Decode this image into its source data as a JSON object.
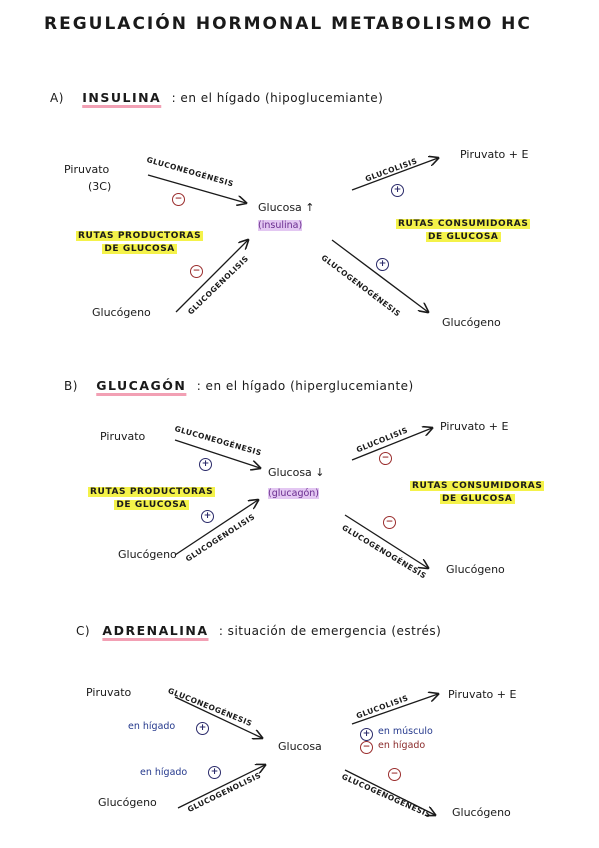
{
  "title": "REGULACIÓN HORMONAL METABOLISMO HC",
  "sections": [
    {
      "letter": "A)",
      "hormone": "INSULINA",
      "context": ": en el hígado (hipoglucemiante)",
      "piruvato": "Piruvato",
      "piruvato_sub": "(3C)",
      "glucogeno_left": "Glucógeno",
      "glucosa": "Glucosa ↑",
      "glucosa_sub": "(insulina)",
      "piruvato_e": "Piruvato + E",
      "glucogeno_right": "Glucógeno",
      "label_gng": "GLUCONEOGÉNESIS",
      "label_glucogenolisis": "GLUCOGENOLISIS",
      "label_glucolisis": "GLUCOLISIS",
      "label_glucogenogenesis": "GLUCOGENOGÉNESIS",
      "productoras_1": "RUTAS PRODUCTORAS",
      "productoras_2": "DE GLUCOSA",
      "consumidoras_1": "RUTAS CONSUMIDORAS",
      "consumidoras_2": "DE GLUCOSA",
      "sign_gng": "−",
      "sign_glucogenolisis": "−",
      "sign_glucolisis": "+",
      "sign_glucogenogenesis": "+"
    },
    {
      "letter": "B)",
      "hormone": "GLUCAGÓN",
      "context": ": en el hígado (hiperglucemiante)",
      "piruvato": "Piruvato",
      "glucogeno_left": "Glucógeno",
      "glucosa": "Glucosa ↓",
      "glucosa_sub": "(glucagón)",
      "piruvato_e": "Piruvato + E",
      "glucogeno_right": "Glucógeno",
      "label_gng": "GLUCONEOGÉNESIS",
      "label_glucogenolisis": "GLUCOGENOLISIS",
      "label_glucolisis": "GLUCOLISIS",
      "label_glucogenogenesis": "GLUCOGENOGÉNESIS",
      "productoras_1": "RUTAS PRODUCTORAS",
      "productoras_2": "DE GLUCOSA",
      "consumidoras_1": "RUTAS CONSUMIDORAS",
      "consumidoras_2": "DE GLUCOSA",
      "sign_gng": "+",
      "sign_glucogenolisis": "+",
      "sign_glucolisis": "−",
      "sign_glucogenogenesis": "−"
    },
    {
      "letter": "C)",
      "hormone": "ADRENALINA",
      "context": ": situación de emergencia (estrés)",
      "piruvato": "Piruvato",
      "glucogeno_left": "Glucógeno",
      "glucosa": "Glucosa",
      "piruvato_e": "Piruvato + E",
      "glucogeno_right": "Glucógeno",
      "label_gng": "GLUCONEOGÉNESIS",
      "label_glucogenolisis": "GLUCOGENOLISIS",
      "label_glucolisis": "GLUCOLISIS",
      "label_glucogenogenesis": "GLUCOGENOGÉNESIS",
      "gng_note": "en hígado",
      "glucogenolisis_note": "en hígado",
      "glucolisis_note_1": "en músculo",
      "glucolisis_note_2": "en hígado",
      "sign_gng": "+",
      "sign_glucogenolisis": "+",
      "sign_glucolisis_1": "+",
      "sign_glucolisis_2": "−",
      "sign_glucogenogenesis": "−"
    }
  ]
}
